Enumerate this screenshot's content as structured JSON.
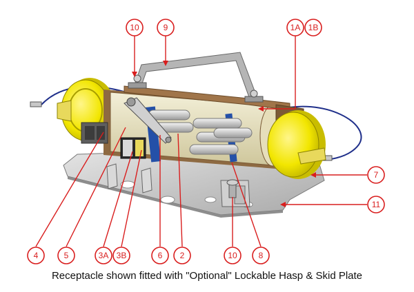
{
  "caption": "Receptacle shown fitted with \"Optional\" Lockable Hasp & Skid Plate",
  "callouts": {
    "c10_top": "10",
    "c9": "9",
    "c1a": "1A",
    "c1b": "1B",
    "c7": "7",
    "c11": "11",
    "c8": "8",
    "c10_bottom": "10",
    "c2": "2",
    "c6": "6",
    "c3b": "3B",
    "c3a": "3A",
    "c5": "5",
    "c4": "4"
  },
  "colors": {
    "callout": "#d91e1e",
    "end_cap": "#f2e600",
    "skid_plate": "#c8c8c8",
    "bracket": "#1a4fa8",
    "cable": "#1f2f8a",
    "housing": "#a0754a"
  }
}
